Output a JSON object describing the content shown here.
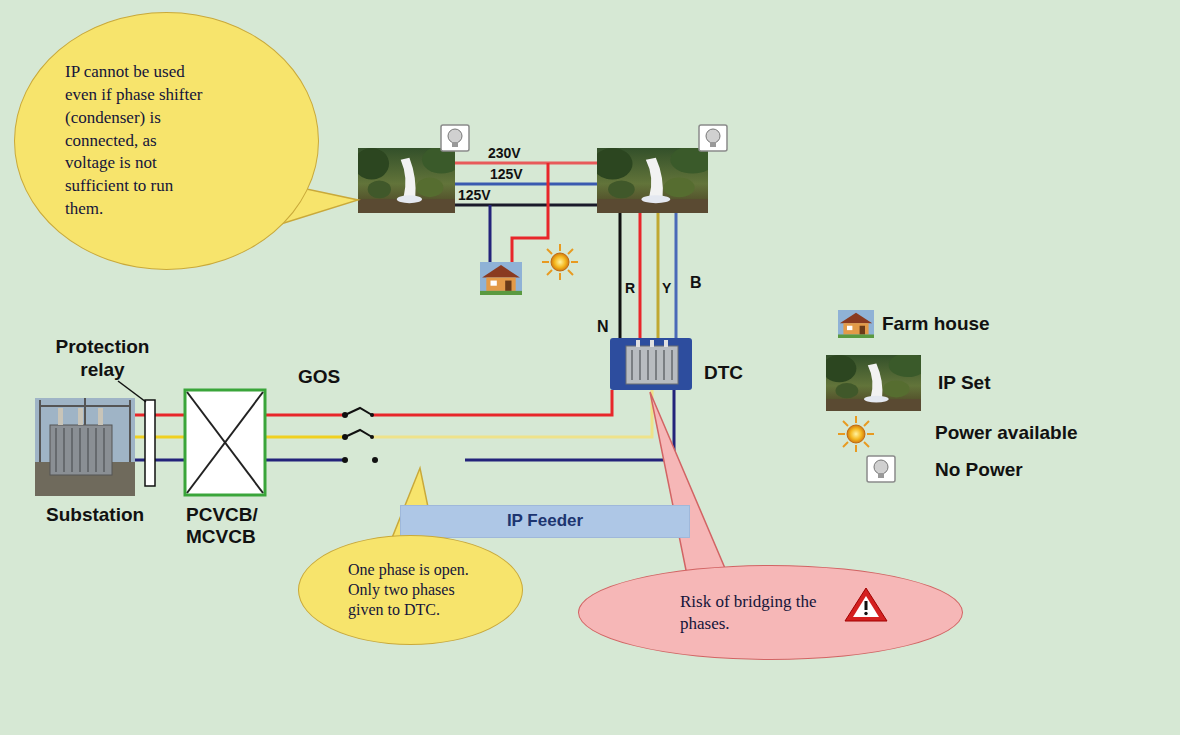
{
  "diagram": {
    "nodes": [
      {
        "text": [
          "IP cannot be used even if phase shifter (condenser) is connected, as voltage is not sufficient to run them."
        ]
      },
      {
        "text": [
          "IP Feeder"
        ]
      },
      {
        "text": [
          "One phase is open. Only two phases given to DTC."
        ]
      },
      {
        "text": [
          "Risk of bridging the phases."
        ]
      }
    ],
    "labels": [
      "230V",
      "125V",
      "125V",
      "N",
      "R",
      "Y",
      "B",
      "Protection relay",
      "GOS",
      "Substation",
      "PCVCB/ MCVCB",
      "DTC"
    ],
    "legend": [
      {
        "text": "Farm house"
      },
      {
        "text": "IP Set"
      },
      {
        "text": "Power available"
      },
      {
        "text": "No Power"
      }
    ]
  }
}
